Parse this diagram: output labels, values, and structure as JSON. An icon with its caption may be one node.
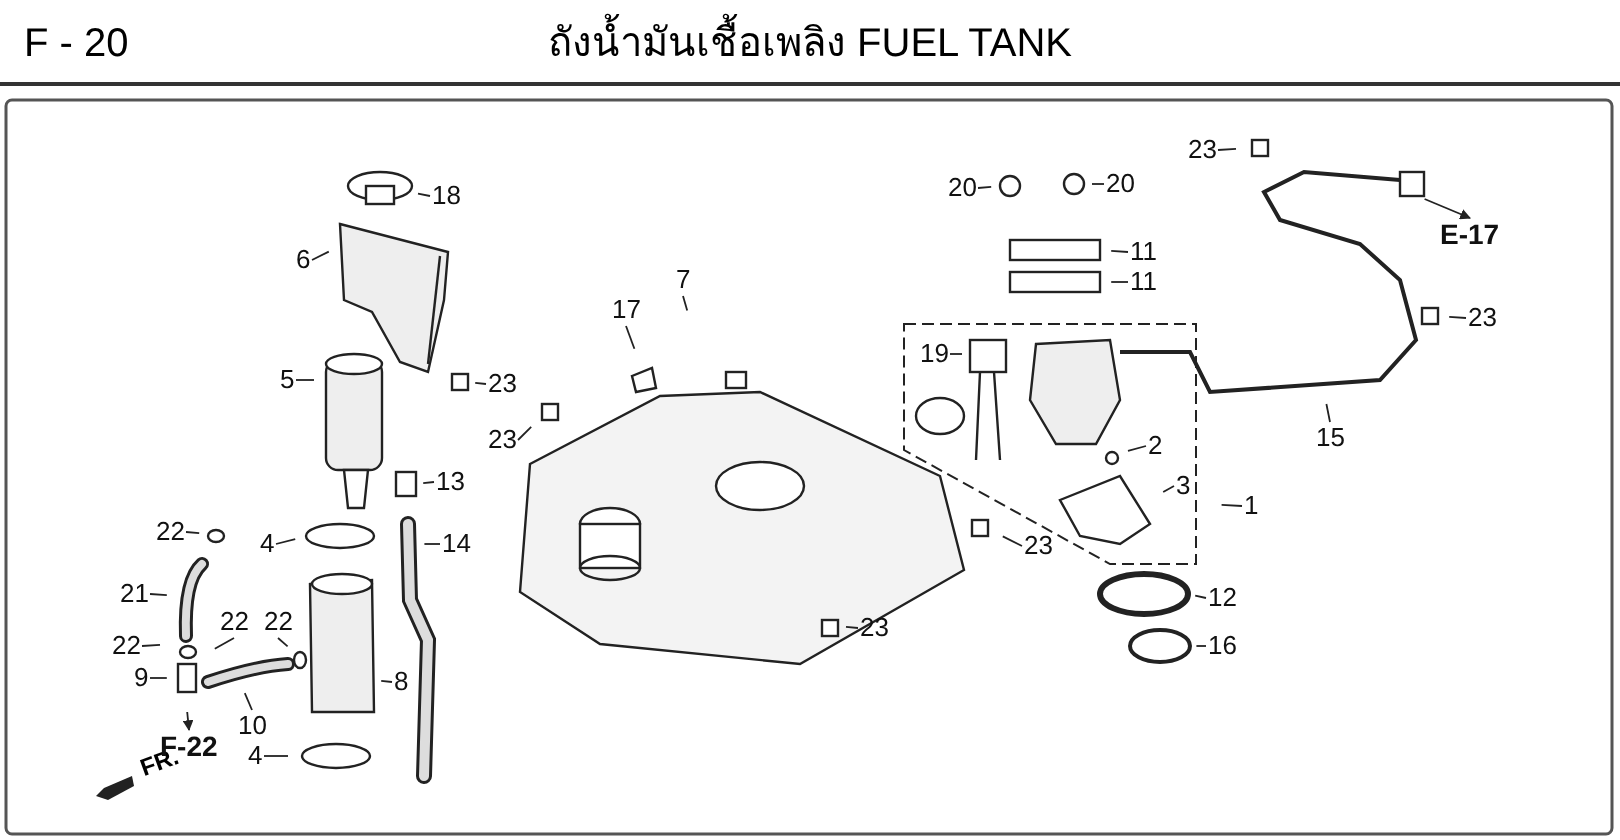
{
  "diagram": {
    "title": "ถังน้ำมันเชื้อเพลิง FUEL TANK",
    "nodes": [
      {
        "text": [
          "18"
        ]
      },
      {
        "text": [
          "6"
        ]
      },
      {
        "text": [
          "7"
        ]
      },
      {
        "text": [
          "17"
        ]
      },
      {
        "text": [
          "20"
        ]
      },
      {
        "text": [
          "20"
        ]
      },
      {
        "text": [
          "23"
        ]
      },
      {
        "text": [
          "11"
        ]
      },
      {
        "text": [
          "11"
        ]
      },
      {
        "text": [
          "E-17"
        ]
      },
      {
        "text": [
          "5"
        ]
      },
      {
        "text": [
          "23"
        ]
      },
      {
        "text": [
          "23"
        ]
      },
      {
        "text": [
          "19"
        ]
      },
      {
        "text": [
          "23"
        ]
      },
      {
        "text": [
          "2"
        ]
      },
      {
        "text": [
          "3"
        ]
      },
      {
        "text": [
          "1"
        ]
      },
      {
        "text": [
          "13"
        ]
      },
      {
        "text": [
          "15"
        ]
      },
      {
        "text": [
          "22"
        ]
      },
      {
        "text": [
          "4"
        ]
      },
      {
        "text": [
          "14"
        ]
      },
      {
        "text": [
          "23"
        ]
      },
      {
        "text": [
          "12"
        ]
      },
      {
        "text": [
          "21"
        ]
      },
      {
        "text": [
          "22"
        ]
      },
      {
        "text": [
          "22"
        ]
      },
      {
        "text": [
          "22"
        ]
      },
      {
        "text": [
          "23"
        ]
      },
      {
        "text": [
          "16"
        ]
      },
      {
        "text": [
          "9"
        ]
      },
      {
        "text": [
          "8"
        ]
      },
      {
        "text": [
          "10"
        ]
      },
      {
        "text": [
          "F-22"
        ]
      },
      {
        "text": [
          "4"
        ]
      }
    ],
    "edges": [
      {
        "from": 0,
        "to": null,
        "arrow": "none"
      },
      {
        "from": 1,
        "to": null,
        "arrow": "none"
      },
      {
        "from": 2,
        "to": null,
        "arrow": "none"
      },
      {
        "from": 3,
        "to": null,
        "arrow": "none"
      },
      {
        "from": 4,
        "to": null,
        "arrow": "none"
      },
      {
        "from": 5,
        "to": null,
        "arrow": "none"
      },
      {
        "from": 6,
        "to": null,
        "arrow": "none"
      },
      {
        "from": 7,
        "to": null,
        "arrow": "none"
      },
      {
        "from": 8,
        "to": null,
        "arrow": "none"
      },
      {
        "from": null,
        "to": 9,
        "arrow": "to"
      },
      {
        "from": 10,
        "to": null,
        "arrow": "none"
      },
      {
        "from": 11,
        "to": null,
        "arrow": "none"
      },
      {
        "from": 12,
        "to": null,
        "arrow": "none"
      },
      {
        "from": 13,
        "to": null,
        "arrow": "none"
      },
      {
        "from": 14,
        "to": null,
        "arrow": "none"
      },
      {
        "from": 15,
        "to": null,
        "arrow": "none"
      },
      {
        "from": 16,
        "to": null,
        "arrow": "none"
      },
      {
        "from": 17,
        "to": null,
        "arrow": "none"
      },
      {
        "from": 18,
        "to": null,
        "arrow": "none"
      },
      {
        "from": 19,
        "to": null,
        "arrow": "none"
      },
      {
        "from": 20,
        "to": null,
        "arrow": "none"
      },
      {
        "from": 21,
        "to": null,
        "arrow": "none"
      },
      {
        "from": 22,
        "to": null,
        "arrow": "none"
      },
      {
        "from": 23,
        "to": null,
        "arrow": "none"
      },
      {
        "from": 24,
        "to": null,
        "arrow": "none"
      },
      {
        "from": 25,
        "to": null,
        "arrow": "none"
      },
      {
        "from": 26,
        "to": null,
        "arrow": "none"
      },
      {
        "from": 27,
        "to": null,
        "arrow": "none"
      },
      {
        "from": 28,
        "to": null,
        "arrow": "none"
      },
      {
        "from": 29,
        "to": null,
        "arrow": "none"
      },
      {
        "from": 30,
        "to": null,
        "arrow": "none"
      },
      {
        "from": 31,
        "to": null,
        "arrow": "none"
      },
      {
        "from": 32,
        "to": null,
        "arrow": "none"
      },
      {
        "from": 33,
        "to": null,
        "arrow": "none"
      },
      {
        "from": null,
        "to": 34,
        "arrow": "to"
      },
      {
        "from": 35,
        "to": null,
        "arrow": "none"
      }
    ],
    "labels": [
      "F - 20",
      "FR."
    ]
  }
}
